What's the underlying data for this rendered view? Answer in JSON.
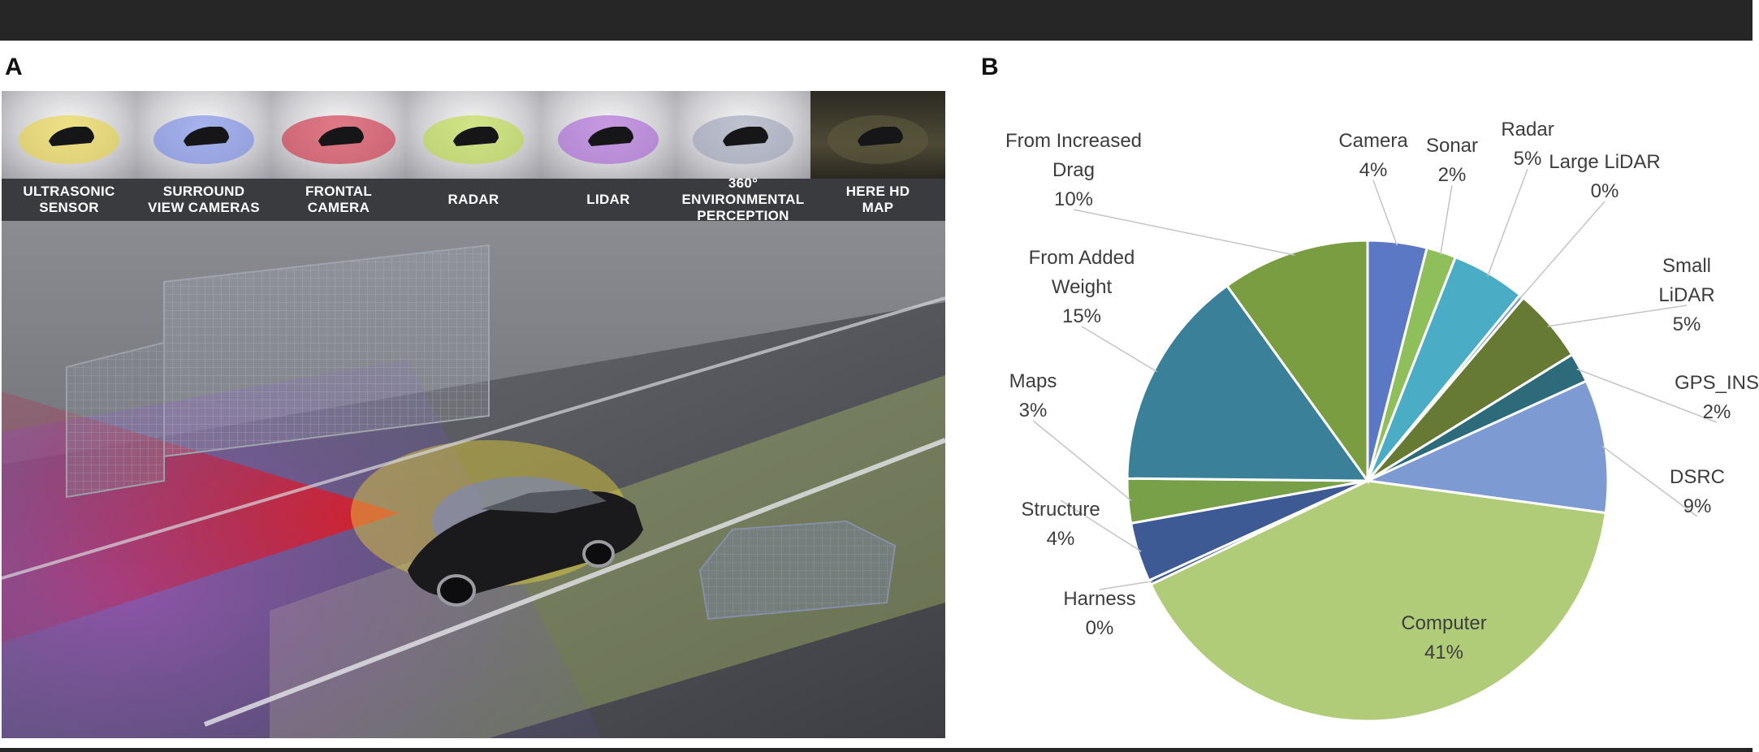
{
  "panel_a": {
    "letter": "A",
    "sensors": [
      {
        "label": "ULTRASONIC\nSENSOR",
        "tint": "#e8d23a"
      },
      {
        "label": "SURROUND\nVIEW CAMERAS",
        "tint": "#6f86e6"
      },
      {
        "label": "FRONTAL\nCAMERA",
        "tint": "#d1263a"
      },
      {
        "label": "RADAR",
        "tint": "#b9d83c"
      },
      {
        "label": "LIDAR",
        "tint": "#a75bd6"
      },
      {
        "label": "360° ENVIRONMENTAL\nPERCEPTION",
        "tint": "#9aa0b5"
      },
      {
        "label": "HERE HD\nMAP",
        "tint": "#5d5a3e"
      }
    ]
  },
  "panel_b": {
    "letter": "B"
  },
  "chart_data": {
    "type": "pie",
    "slices": [
      {
        "name": "Camera",
        "label": "Camera\n4%",
        "value": 4,
        "color": "#5b78c4"
      },
      {
        "name": "Sonar",
        "label": "Sonar\n2%",
        "value": 2,
        "color": "#8ebf5a"
      },
      {
        "name": "Radar",
        "label": "Radar\n5%",
        "value": 5,
        "color": "#4bacc6"
      },
      {
        "name": "Large LiDAR",
        "label": "Large LiDAR\n0%",
        "value": 0.3,
        "color": "#7a9ec8"
      },
      {
        "name": "Small LiDAR",
        "label": "Small LiDAR\n5%",
        "value": 5,
        "color": "#677a34"
      },
      {
        "name": "GPS_INS",
        "label": "GPS_INS\n2%",
        "value": 2,
        "color": "#2d6b7a"
      },
      {
        "name": "DSRC",
        "label": "DSRC\n9%",
        "value": 9,
        "color": "#7e9ad2"
      },
      {
        "name": "Computer",
        "label": "Computer\n41%",
        "value": 41,
        "color": "#b0cc78"
      },
      {
        "name": "Harness",
        "label": "Harness\n0%",
        "value": 0.3,
        "color": "#3b5a96"
      },
      {
        "name": "Structure",
        "label": "Structure\n4%",
        "value": 4,
        "color": "#3e5a94"
      },
      {
        "name": "Maps",
        "label": "Maps\n3%",
        "value": 3,
        "color": "#78a048"
      },
      {
        "name": "From Added Weight",
        "label": "From Added\nWeight\n15%",
        "value": 15,
        "color": "#3a8098"
      },
      {
        "name": "From Increased Drag",
        "label": "From Increased\nDrag\n10%",
        "value": 10,
        "color": "#799d40"
      }
    ]
  }
}
